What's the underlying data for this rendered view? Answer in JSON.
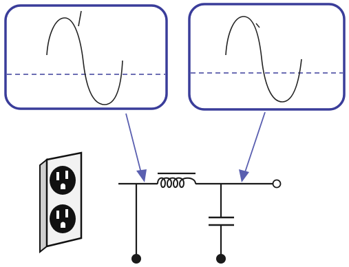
{
  "colors": {
    "panel_border": "#3a3d9a",
    "panel_fill": "#ffffff",
    "dashed_baseline": "#3a3d9a",
    "arrow": "#5a5fb0",
    "waveform": "#222222",
    "circuit": "#1a1a1a",
    "outlet_plate": "#f2f2f2",
    "outlet_outline": "#111111"
  },
  "icons": {
    "wall_outlet": "duplex-outlet-icon",
    "inductor": "inductor-coil-icon",
    "capacitor": "capacitor-icon",
    "ground_node": "filled-dot-icon",
    "output_terminal": "open-circle-terminal-icon"
  },
  "panels": [
    {
      "name": "input-waveform",
      "waveform": "sine-wave-with-spike",
      "baseline": "dashed-horizontal"
    },
    {
      "name": "filtered-waveform",
      "waveform": "smooth-sine-wave",
      "baseline": "dashed-horizontal"
    }
  ]
}
